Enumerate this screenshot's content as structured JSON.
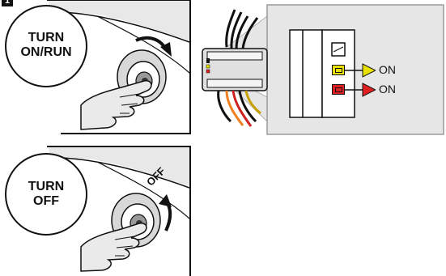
{
  "step_marker": "1",
  "turn_on_panel": {
    "label": "TURN ON/RUN",
    "line1": "TURN",
    "line2": "ON/RUN"
  },
  "turn_off_panel": {
    "label": "TURN OFF",
    "line1": "TURN",
    "line2": "OFF",
    "ignition_text": "OFF"
  },
  "module_callout": {
    "leds": [
      {
        "name": "yellow-led",
        "color": "#e8e000",
        "label": "ON"
      },
      {
        "name": "red-led",
        "color": "#e02020",
        "label": "ON"
      }
    ]
  },
  "colors": {
    "callout_bg": "#e6e6e6",
    "dash_bg": "#e8e8e8",
    "led_yellow": "#e8e000",
    "led_red": "#e02020",
    "wire_orange": "#f08020",
    "wire_red": "#d02020"
  }
}
